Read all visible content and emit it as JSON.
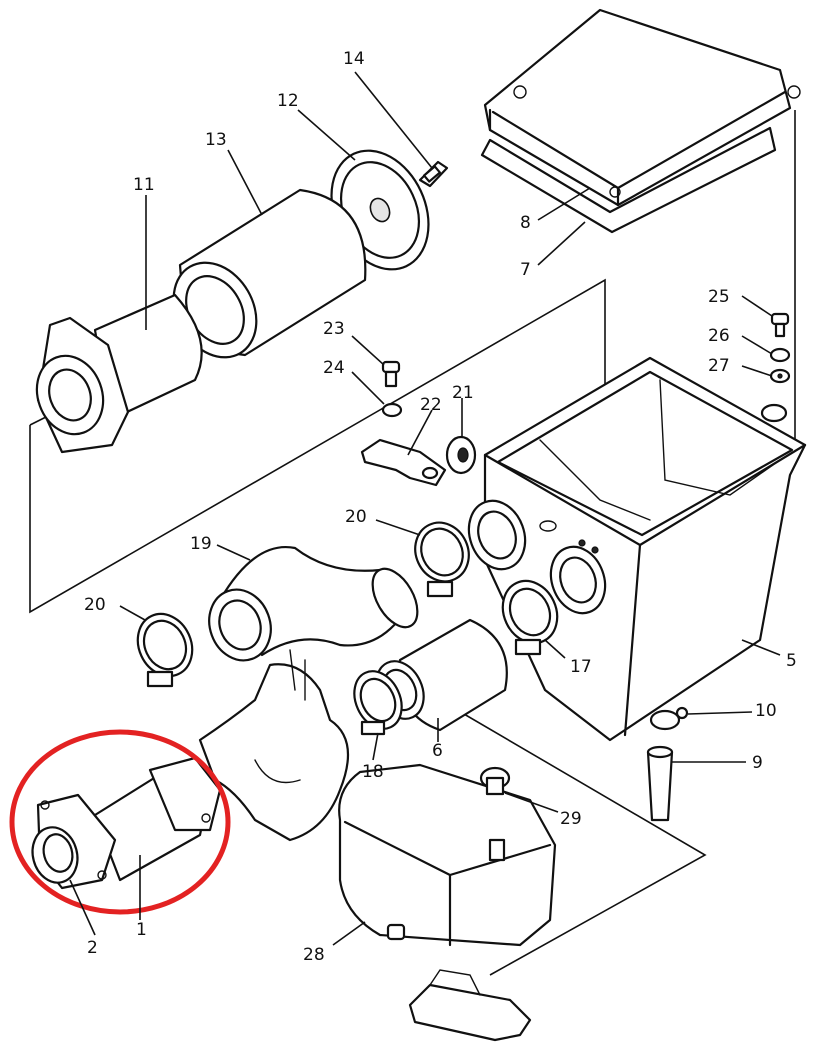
{
  "labels": {
    "p1": "1",
    "p2": "2",
    "p5": "5",
    "p6": "6",
    "p7": "7",
    "p8": "8",
    "p9": "9",
    "p10": "10",
    "p11": "11",
    "p12": "12",
    "p13": "13",
    "p14": "14",
    "p17": "17",
    "p18": "18",
    "p19": "19",
    "p20a": "20",
    "p20b": "20",
    "p21": "21",
    "p22": "22",
    "p23": "23",
    "p24": "24",
    "p25": "25",
    "p26": "26",
    "p27": "27",
    "p28": "28",
    "p29": "29"
  },
  "highlight": {
    "color": "#e32222",
    "target": "part-1-and-2"
  }
}
